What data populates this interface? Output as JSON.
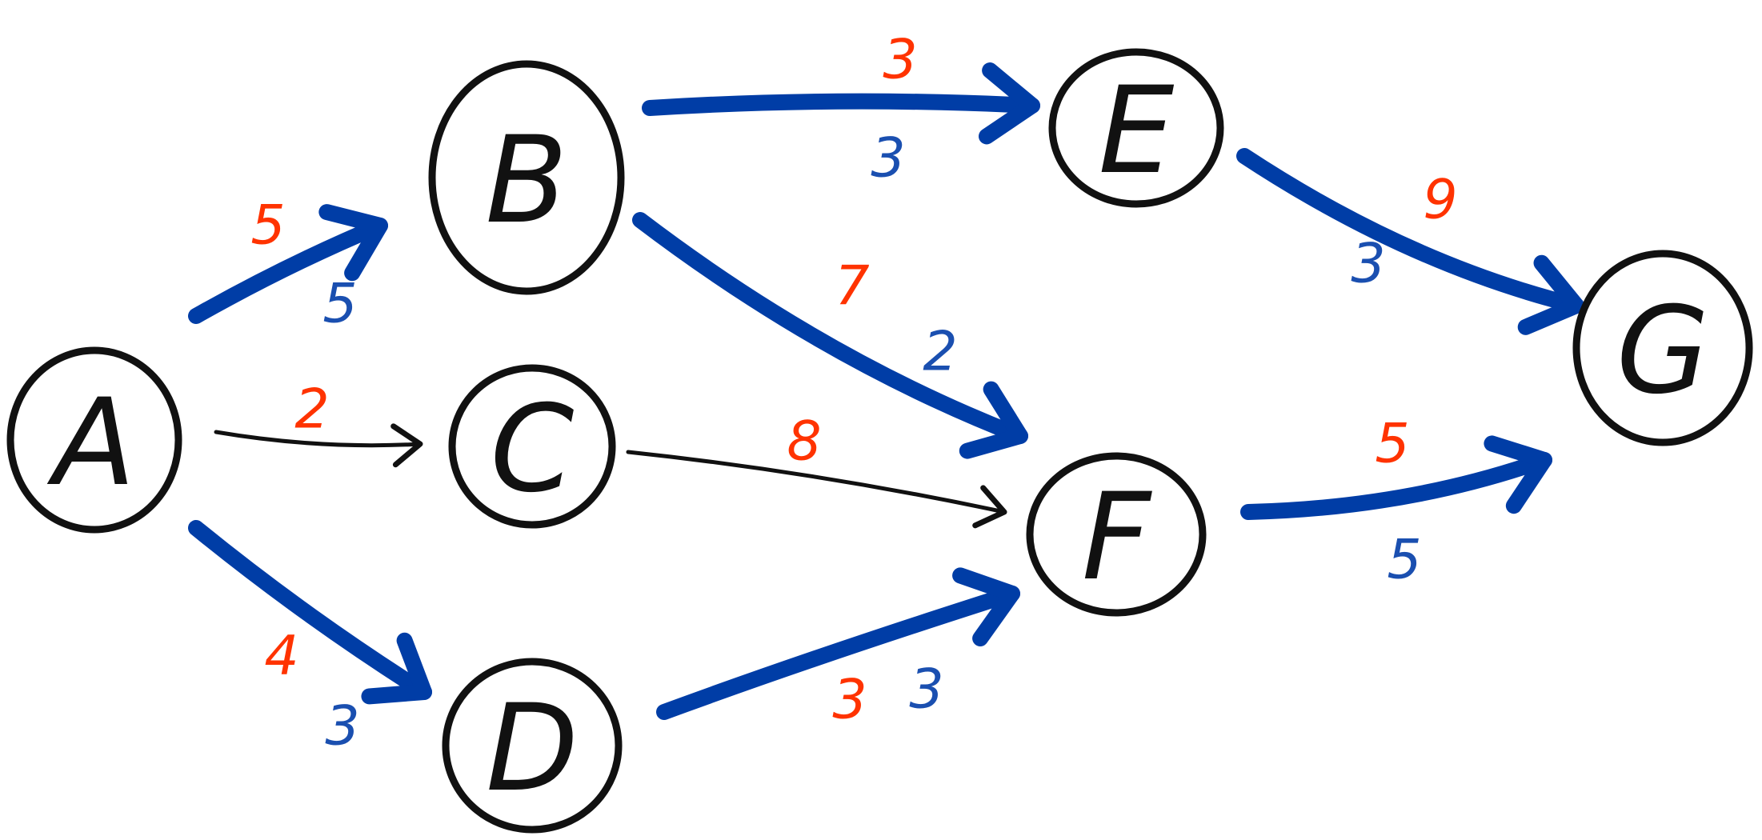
{
  "colors": {
    "ink": "#111111",
    "flow": "#003da6",
    "capacity": "#ff3300",
    "flow_label": "#1a4fb0",
    "background": "#ffffff"
  },
  "nodes": [
    {
      "id": "A",
      "label": "A"
    },
    {
      "id": "B",
      "label": "B"
    },
    {
      "id": "C",
      "label": "C"
    },
    {
      "id": "D",
      "label": "D"
    },
    {
      "id": "E",
      "label": "E"
    },
    {
      "id": "F",
      "label": "F"
    },
    {
      "id": "G",
      "label": "G"
    }
  ],
  "edges": [
    {
      "id": "A-B",
      "from": "A",
      "to": "B",
      "capacity": "5",
      "flow": "5",
      "has_flow": true
    },
    {
      "id": "A-C",
      "from": "A",
      "to": "C",
      "capacity": "2",
      "flow": "",
      "has_flow": false
    },
    {
      "id": "A-D",
      "from": "A",
      "to": "D",
      "capacity": "4",
      "flow": "3",
      "has_flow": true
    },
    {
      "id": "B-E",
      "from": "B",
      "to": "E",
      "capacity": "3",
      "flow": "3",
      "has_flow": true
    },
    {
      "id": "B-F",
      "from": "B",
      "to": "F",
      "capacity": "7",
      "flow": "2",
      "has_flow": true
    },
    {
      "id": "C-F",
      "from": "C",
      "to": "F",
      "capacity": "8",
      "flow": "",
      "has_flow": false
    },
    {
      "id": "D-F",
      "from": "D",
      "to": "F",
      "capacity": "3",
      "flow": "3",
      "has_flow": true
    },
    {
      "id": "E-G",
      "from": "E",
      "to": "G",
      "capacity": "9",
      "flow": "3",
      "has_flow": true
    },
    {
      "id": "F-G",
      "from": "F",
      "to": "G",
      "capacity": "5",
      "flow": "5",
      "has_flow": true
    }
  ]
}
